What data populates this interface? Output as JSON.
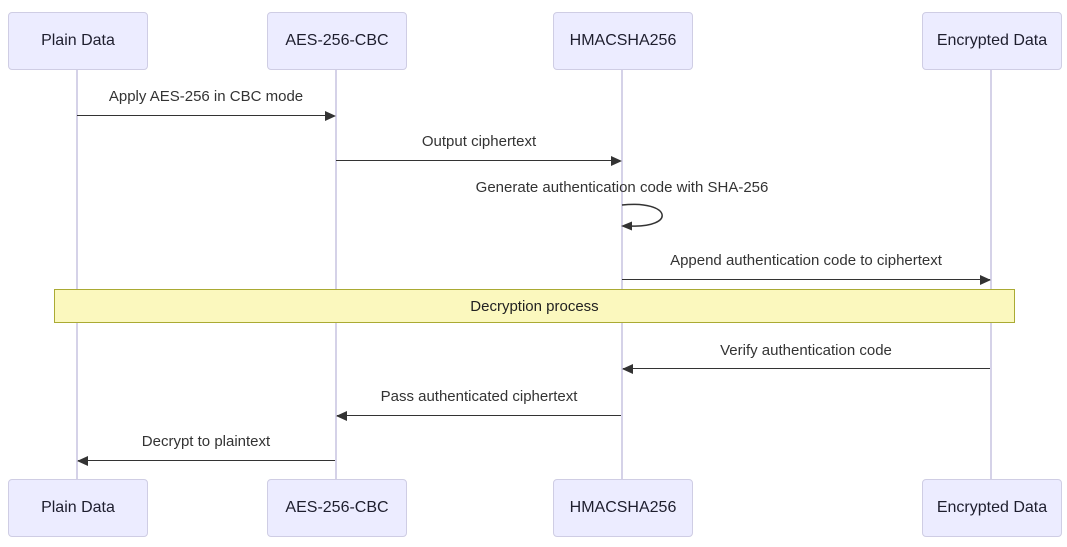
{
  "diagram_type": "sequence-diagram",
  "participants": [
    {
      "label": "Plain Data"
    },
    {
      "label": "AES-256-CBC"
    },
    {
      "label": "HMACSHA256"
    },
    {
      "label": "Encrypted Data"
    }
  ],
  "messages": [
    {
      "from": "Plain Data",
      "to": "AES-256-CBC",
      "label": "Apply AES-256 in CBC mode"
    },
    {
      "from": "AES-256-CBC",
      "to": "HMACSHA256",
      "label": "Output ciphertext"
    },
    {
      "from": "HMACSHA256",
      "to": "HMACSHA256",
      "label": "Generate authentication code with SHA-256"
    },
    {
      "from": "HMACSHA256",
      "to": "Encrypted Data",
      "label": "Append authentication code to ciphertext"
    },
    {
      "from": "Encrypted Data",
      "to": "HMACSHA256",
      "label": "Verify authentication code"
    },
    {
      "from": "HMACSHA256",
      "to": "AES-256-CBC",
      "label": "Pass authenticated ciphertext"
    },
    {
      "from": "AES-256-CBC",
      "to": "Plain Data",
      "label": "Decrypt to plaintext"
    }
  ],
  "note": {
    "label": "Decryption process",
    "spans": "all participants"
  },
  "colors": {
    "actor_fill": "#ECECFF",
    "actor_border": "#CFCDE4",
    "lifeline": "#D5D2E8",
    "arrow": "#333333",
    "text": "#333333",
    "note_fill": "#FBF8BE",
    "note_border": "#AAAA33"
  }
}
